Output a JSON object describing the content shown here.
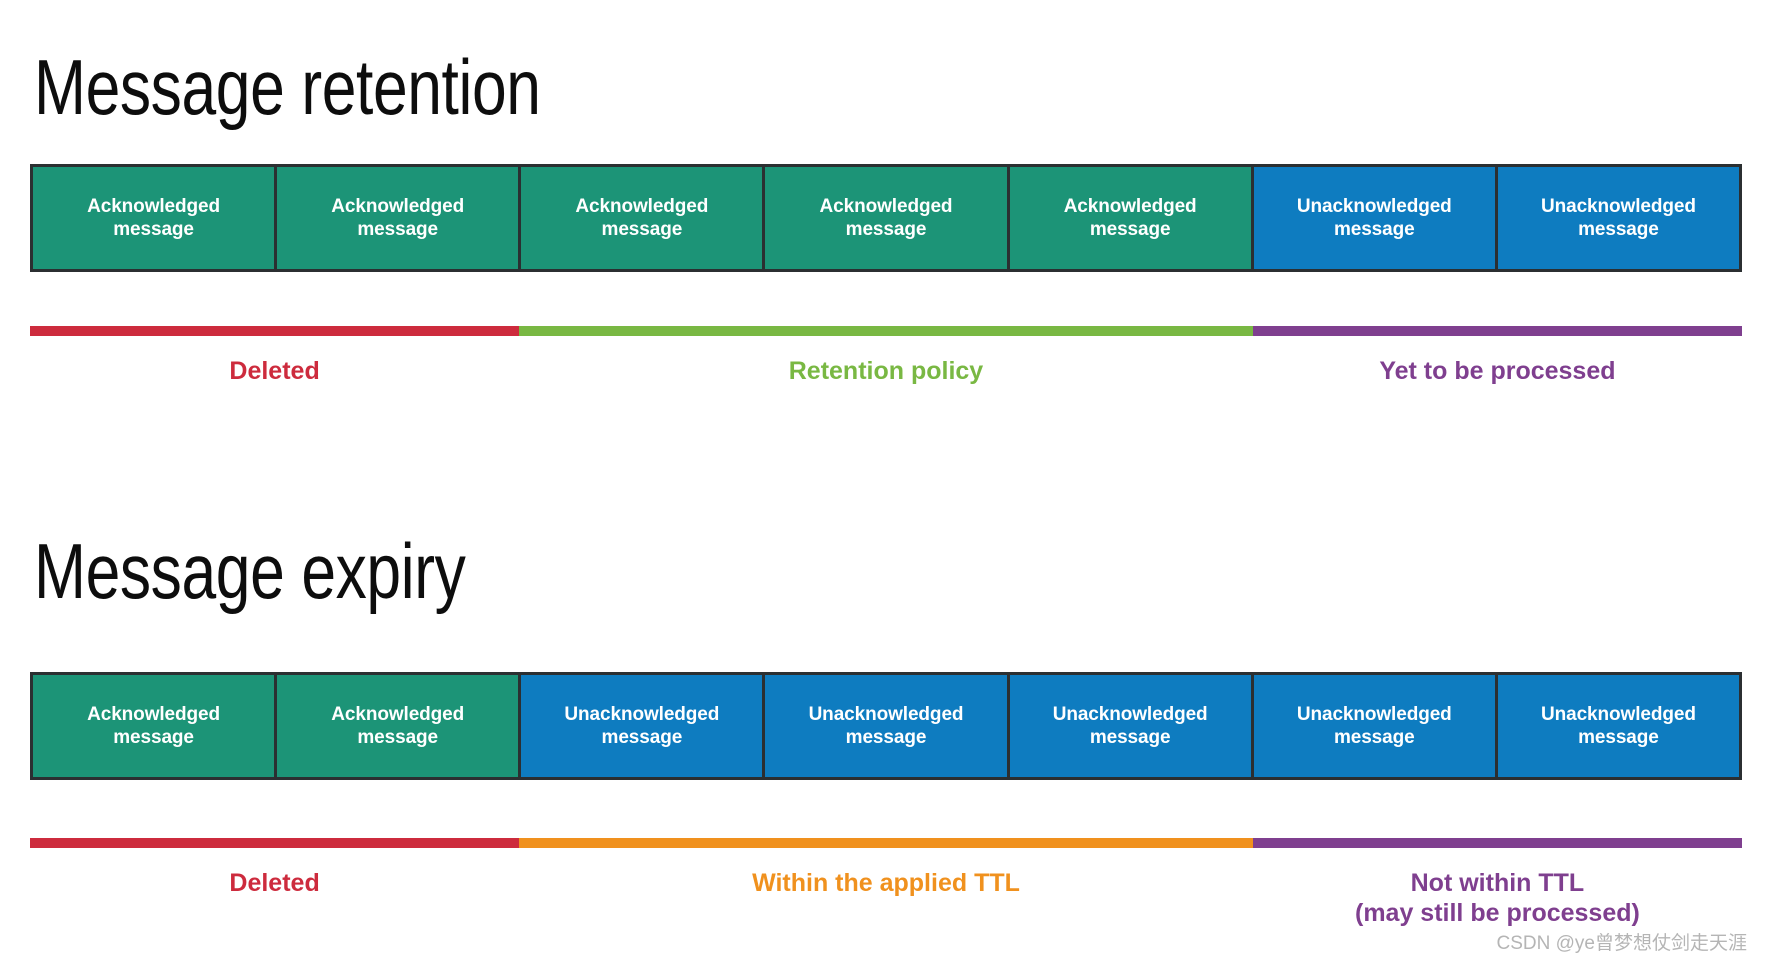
{
  "sections": [
    {
      "id": "retention",
      "title": "Message retention",
      "blocks": [
        {
          "label": "Acknowledged\nmessage",
          "state": "ack"
        },
        {
          "label": "Acknowledged\nmessage",
          "state": "ack"
        },
        {
          "label": "Acknowledged\nmessage",
          "state": "ack"
        },
        {
          "label": "Acknowledged\nmessage",
          "state": "ack"
        },
        {
          "label": "Acknowledged\nmessage",
          "state": "ack"
        },
        {
          "label": "Unacknowledged\nmessage",
          "state": "unack"
        },
        {
          "label": "Unacknowledged\nmessage",
          "state": "unack"
        }
      ],
      "bands": [
        {
          "label": "Deleted",
          "color_name": "red",
          "color": "#cd2b3d",
          "blocks": 2
        },
        {
          "label": "Retention policy",
          "color_name": "green",
          "color": "#79b843",
          "blocks": 3
        },
        {
          "label": "Yet to be processed",
          "color_name": "purple",
          "color": "#7f3f8f",
          "blocks": 2
        }
      ]
    },
    {
      "id": "expiry",
      "title": "Message expiry",
      "blocks": [
        {
          "label": "Acknowledged\nmessage",
          "state": "ack"
        },
        {
          "label": "Acknowledged\nmessage",
          "state": "ack"
        },
        {
          "label": "Unacknowledged\nmessage",
          "state": "unack"
        },
        {
          "label": "Unacknowledged\nmessage",
          "state": "unack"
        },
        {
          "label": "Unacknowledged\nmessage",
          "state": "unack"
        },
        {
          "label": "Unacknowledged\nmessage",
          "state": "unack"
        },
        {
          "label": "Unacknowledged\nmessage",
          "state": "unack"
        }
      ],
      "bands": [
        {
          "label": "Deleted",
          "color_name": "red",
          "color": "#cd2b3d",
          "blocks": 2
        },
        {
          "label": "Within the applied TTL",
          "color_name": "orange",
          "color": "#f0911e",
          "blocks": 3
        },
        {
          "label": "Not within TTL\n(may still be processed)",
          "color_name": "purple",
          "color": "#7f3f8f",
          "blocks": 2
        }
      ]
    }
  ],
  "legend_colors": {
    "acknowledged": "#1c9477",
    "unacknowledged": "#0e7cc0",
    "block_border": "#2b2f31"
  },
  "watermark": "CSDN @ye曾梦想仗剑走天涯"
}
